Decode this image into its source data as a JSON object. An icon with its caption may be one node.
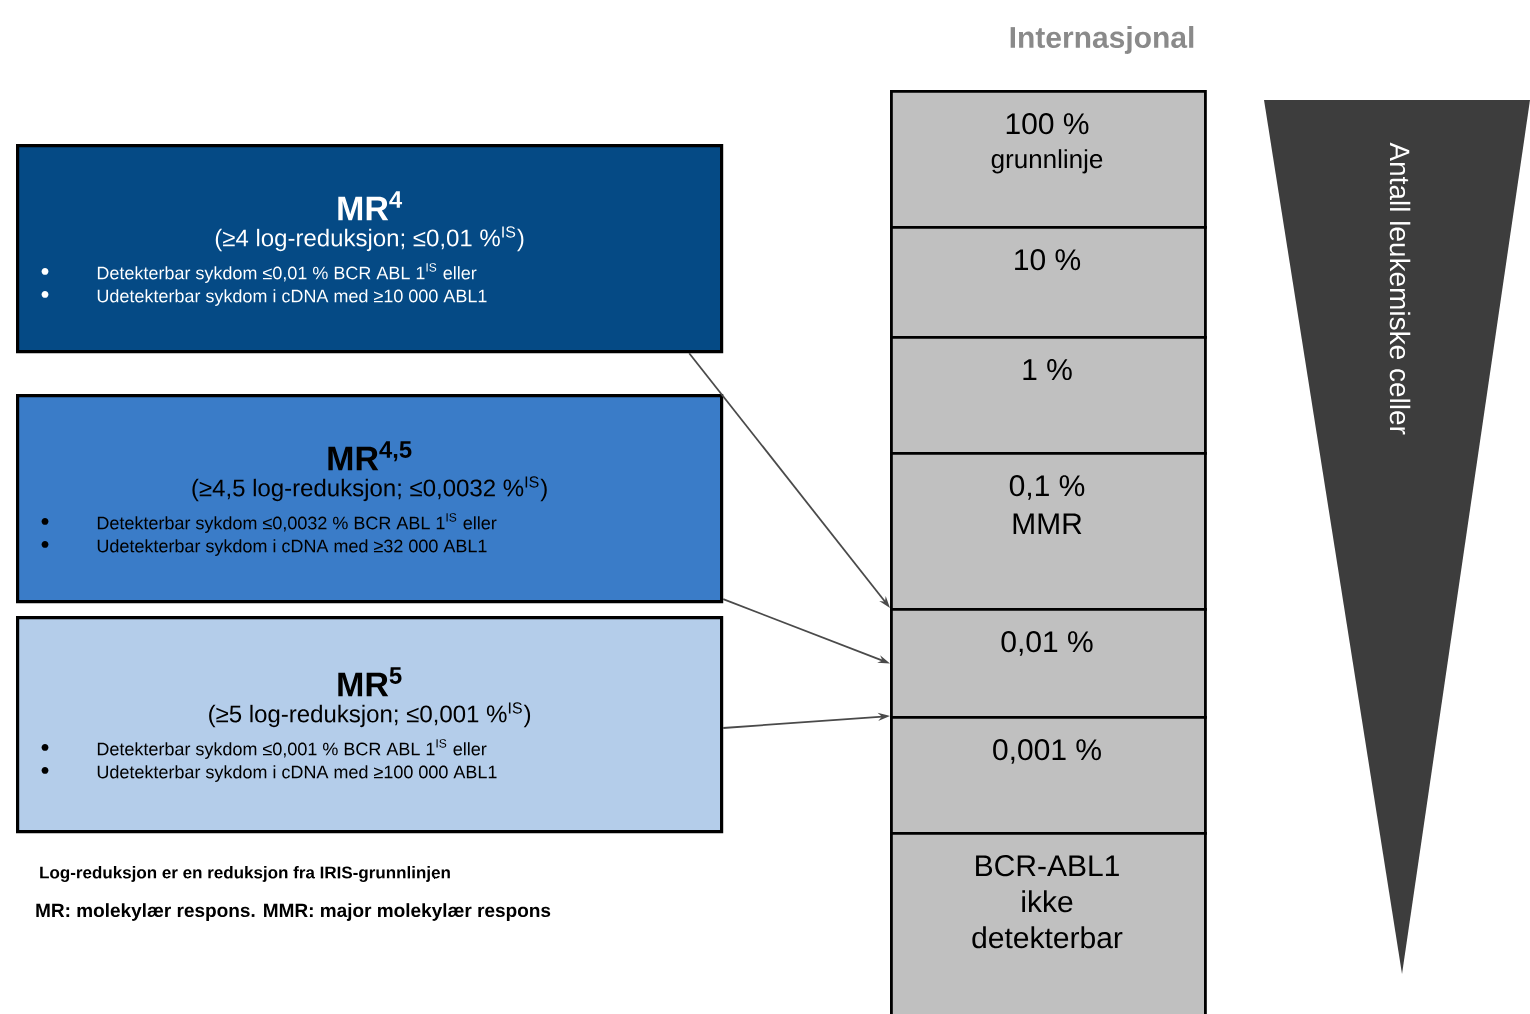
{
  "diagram": {
    "nodes": [
      {
        "text": [
          "MR$^{4}$",
          "(≥4 log-reduksjon; ≤0,01 %$^{IS}$)",
          "Detekterbar sykdom ≤0,01 % BCR ABL 1$^{IS}$ eller",
          "Udetekterbar sykdom i cDNA med ≥10 000 ABL1"
        ]
      },
      {
        "text": [
          "MR$^{4,5}$",
          "(≥4,5 log-reduksjon; ≤0,0032 %$^{IS}$)",
          "Detekterbar sykdom ≤0,0032 % BCR ABL 1$^{IS}$ eller",
          "Udetekterbar sykdom i cDNA med ≥32 000 ABL1"
        ]
      },
      {
        "text": [
          "MR$^{5}$",
          "(≥5 log-reduksjon; ≤0,001 %$^{IS}$)",
          "Detekterbar sykdom ≤0,001 % BCR ABL 1$^{IS}$ eller",
          "Udetekterbar sykdom i cDNA med ≥100 000 ABL1"
        ]
      },
      {
        "text": [
          "100 %",
          "grunnlinje"
        ]
      },
      {
        "text": [
          "10 %"
        ]
      },
      {
        "text": [
          "1 %"
        ]
      },
      {
        "text": [
          "0,1 %",
          "MMR"
        ]
      },
      {
        "text": [
          "0,01 %"
        ]
      },
      {
        "text": [
          "0,001 %"
        ]
      },
      {
        "text": [
          "BCR-ABL1 ikke detekterbar"
        ]
      },
      {
        "text": [
          "Antall leukemiske celler"
        ]
      }
    ],
    "edges": [
      {
        "from": 0,
        "to": 7,
        "arrow": "to"
      },
      {
        "from": 1,
        "to": 7,
        "arrow": "to"
      },
      {
        "from": 2,
        "to": 8,
        "arrow": "to"
      }
    ],
    "labels": [
      "Internasjonal",
      "Log-reduksjon er en reduksjon fra IRIS-grunnlinjen",
      "MR: molekylær respons. MMR: major molekylær respons"
    ]
  }
}
